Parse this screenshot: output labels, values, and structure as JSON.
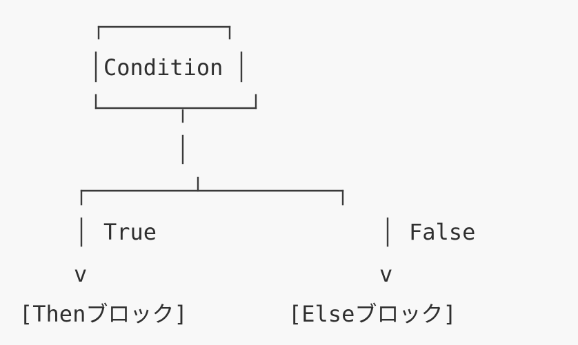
{
  "diagram": {
    "condition_label": "Condition",
    "true_label": "True",
    "false_label": "False",
    "true_arrow": "v",
    "false_arrow": "v",
    "then_block": "[Thenブロック]",
    "else_block": "[Elseブロック]"
  }
}
